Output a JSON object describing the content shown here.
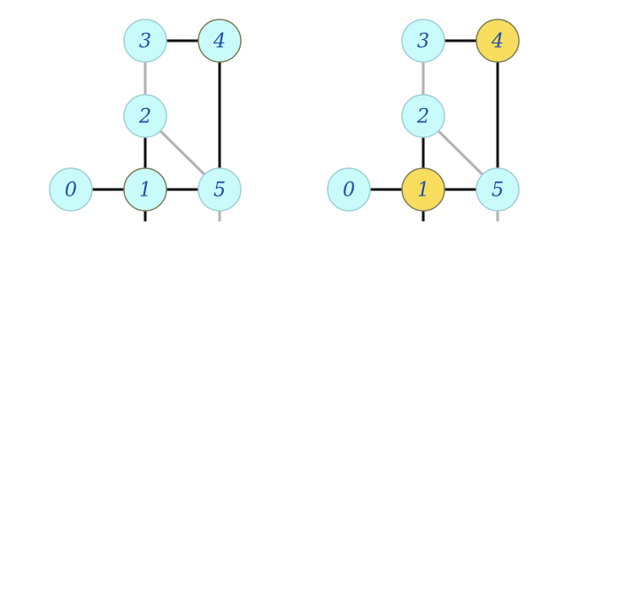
{
  "colors": {
    "node_fill": "#c9fbfb",
    "node_stroke_default": "#9fcfd4",
    "node_stroke_dark": "#7d7d58",
    "highlight_fill": "#f8dd5e",
    "edge_dark": "#111111",
    "edge_light": "#b3b3b3",
    "label": "#1f4fa8"
  },
  "graphs": [
    {
      "name": "left-graph",
      "nodes": [
        {
          "id": "0",
          "label": "0",
          "highlighted": false,
          "dark_outline": false
        },
        {
          "id": "1",
          "label": "1",
          "highlighted": false,
          "dark_outline": true
        },
        {
          "id": "2",
          "label": "2",
          "highlighted": false,
          "dark_outline": false
        },
        {
          "id": "3",
          "label": "3",
          "highlighted": false,
          "dark_outline": false
        },
        {
          "id": "4",
          "label": "4",
          "highlighted": false,
          "dark_outline": true
        },
        {
          "id": "5",
          "label": "5",
          "highlighted": false,
          "dark_outline": false
        }
      ],
      "edges": [
        {
          "from": "3",
          "to": "4",
          "style": "dark"
        },
        {
          "from": "3",
          "to": "2",
          "style": "light"
        },
        {
          "from": "2",
          "to": "1",
          "style": "dark"
        },
        {
          "from": "2",
          "to": "5",
          "style": "light"
        },
        {
          "from": "4",
          "to": "5",
          "style": "dark"
        },
        {
          "from": "0",
          "to": "1",
          "style": "dark"
        },
        {
          "from": "1",
          "to": "5",
          "style": "dark"
        },
        {
          "from": "1",
          "to": "1-down",
          "style": "dark"
        },
        {
          "from": "5",
          "to": "5-down",
          "style": "light"
        }
      ]
    },
    {
      "name": "right-graph",
      "nodes": [
        {
          "id": "0",
          "label": "0",
          "highlighted": false,
          "dark_outline": false
        },
        {
          "id": "1",
          "label": "1",
          "highlighted": true,
          "dark_outline": true
        },
        {
          "id": "2",
          "label": "2",
          "highlighted": false,
          "dark_outline": false
        },
        {
          "id": "3",
          "label": "3",
          "highlighted": false,
          "dark_outline": false
        },
        {
          "id": "4",
          "label": "4",
          "highlighted": true,
          "dark_outline": true
        },
        {
          "id": "5",
          "label": "5",
          "highlighted": false,
          "dark_outline": false
        }
      ],
      "edges": [
        {
          "from": "3",
          "to": "4",
          "style": "dark"
        },
        {
          "from": "3",
          "to": "2",
          "style": "light"
        },
        {
          "from": "2",
          "to": "1",
          "style": "dark"
        },
        {
          "from": "2",
          "to": "5",
          "style": "light"
        },
        {
          "from": "4",
          "to": "5",
          "style": "dark"
        },
        {
          "from": "0",
          "to": "1",
          "style": "dark"
        },
        {
          "from": "1",
          "to": "5",
          "style": "dark"
        },
        {
          "from": "1",
          "to": "1-down",
          "style": "dark"
        },
        {
          "from": "5",
          "to": "5-down",
          "style": "light"
        }
      ]
    }
  ]
}
